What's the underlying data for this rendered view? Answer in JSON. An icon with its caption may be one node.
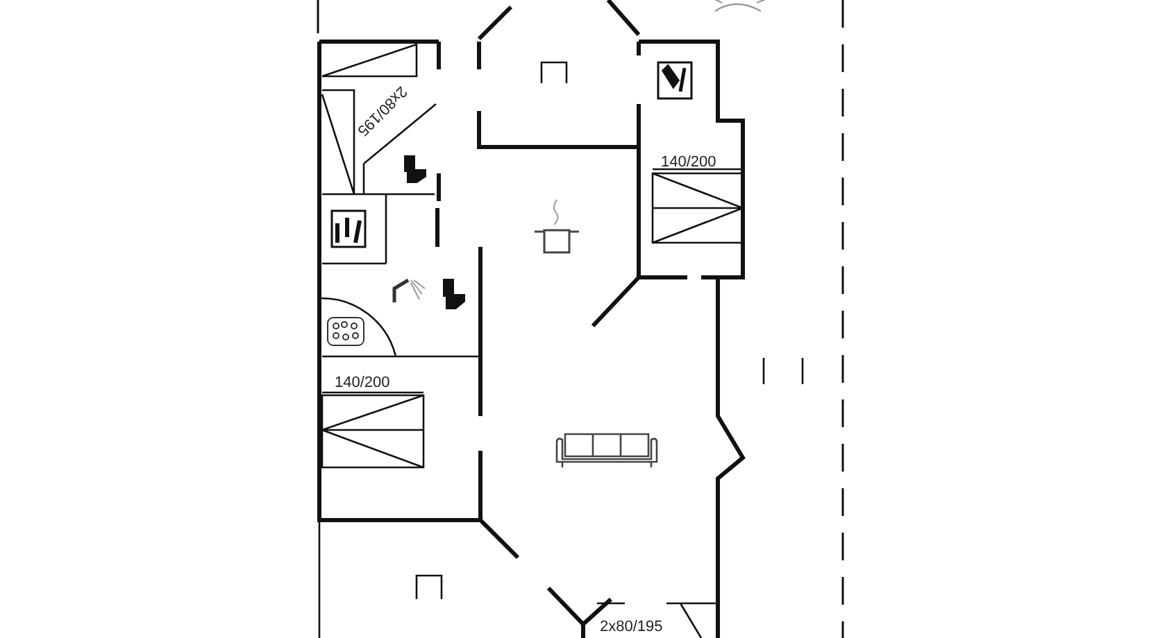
{
  "diagram": {
    "labels": [
      "2x80/195",
      "140/200",
      "140/200",
      "2x80/195"
    ]
  }
}
